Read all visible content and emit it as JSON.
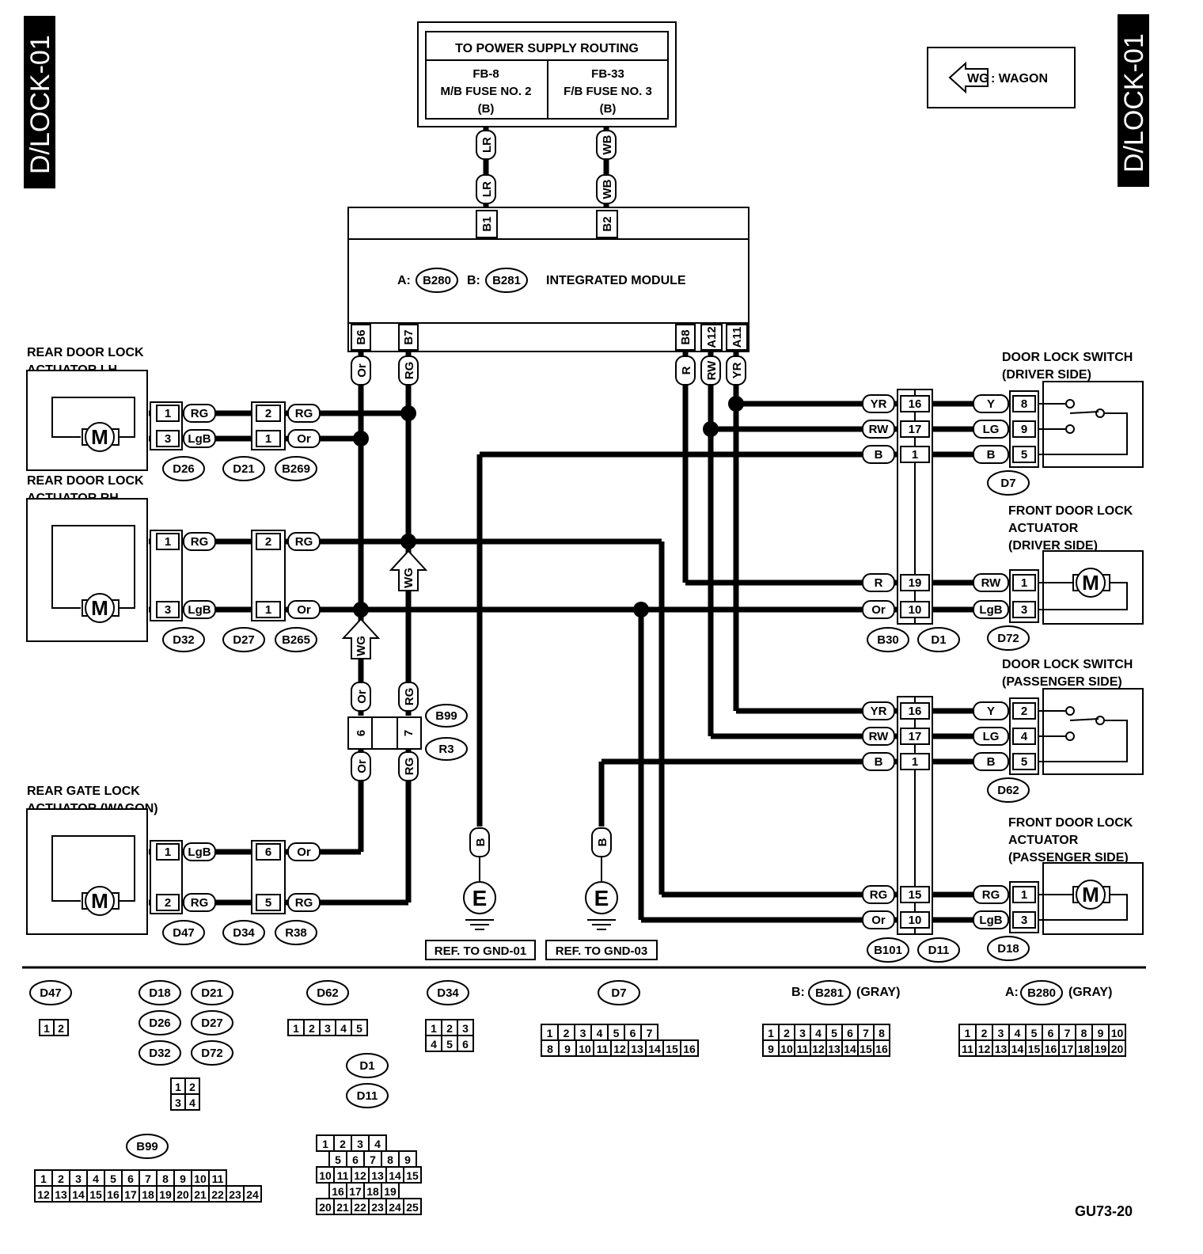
{
  "page_code": "D/LOCK-01",
  "figure_code": "GU73-20",
  "legend": {
    "tag": "WG",
    "text": ": WAGON"
  },
  "power_supply": {
    "title": "TO POWER SUPPLY ROUTING",
    "left_fuse": {
      "id": "FB-8",
      "name": "M/B FUSE NO. 2",
      "conn": "(B)"
    },
    "right_fuse": {
      "id": "FB-33",
      "name": "F/B FUSE NO. 3",
      "conn": "(B)"
    }
  },
  "module": {
    "name": "INTEGRATED MODULE",
    "a_prefix": "A:",
    "a_conn": "B280",
    "b_prefix": "B:",
    "b_conn": "B281",
    "top_pins": [
      "B1",
      "B2"
    ],
    "bottom_pins": [
      "B6",
      "B7",
      "B8",
      "A12",
      "A11"
    ]
  },
  "wire_colors": {
    "LR": "LR",
    "WB": "WB",
    "Or": "Or",
    "RG": "RG",
    "R": "R",
    "RW": "RW",
    "YR": "YR",
    "LgB": "LgB",
    "B": "B",
    "Y": "Y",
    "LG": "LG"
  },
  "components": {
    "rear_lh": [
      "REAR DOOR LOCK",
      "ACTUATOR LH"
    ],
    "rear_rh": [
      "REAR DOOR LOCK",
      "ACTUATOR RH"
    ],
    "rear_gate": [
      "REAR GATE LOCK",
      "ACTUATOR (WAGON)"
    ],
    "sw_driver": [
      "DOOR LOCK SWITCH",
      "(DRIVER SIDE)"
    ],
    "act_driver": [
      "FRONT DOOR LOCK",
      "ACTUATOR",
      "(DRIVER SIDE)"
    ],
    "sw_pass": [
      "DOOR LOCK SWITCH",
      "(PASSENGER SIDE)"
    ],
    "act_pass": [
      "FRONT DOOR LOCK",
      "ACTUATOR",
      "(PASSENGER SIDE)"
    ]
  },
  "motor": "M",
  "ground": "E",
  "connectors": {
    "D26": "D26",
    "D21": "D21",
    "B269": "B269",
    "D32": "D32",
    "D27": "D27",
    "B265": "B265",
    "D47": "D47",
    "D34": "D34",
    "R38": "R38",
    "B99": "B99",
    "R3": "R3",
    "D7": "D7",
    "D72": "D72",
    "D62": "D62",
    "D18": "D18",
    "B30": "B30",
    "D1": "D1",
    "B101": "B101",
    "D11": "D11"
  },
  "grounds": {
    "gnd1": "REF. TO GND-01",
    "gnd3": "REF. TO GND-03"
  },
  "connector_views": {
    "D47": {
      "rows": [
        [
          "1",
          "2"
        ]
      ]
    },
    "group_4pin": {
      "names": [
        "D18",
        "D21",
        "D26",
        "D27",
        "D32",
        "D72"
      ],
      "rows": [
        [
          "1",
          "2"
        ],
        [
          "3",
          "4"
        ]
      ]
    },
    "D62": {
      "rows": [
        [
          "1",
          "2",
          "3",
          "4",
          "5"
        ]
      ]
    },
    "D34": {
      "rows": [
        [
          "1",
          "2",
          "3"
        ],
        [
          "4",
          "5",
          "6"
        ]
      ]
    },
    "D7": {
      "rows": [
        [
          "1",
          "2",
          "3",
          "4",
          "5",
          "6",
          "7"
        ],
        [
          "8",
          "9",
          "10",
          "11",
          "12",
          "13",
          "14",
          "15",
          "16"
        ]
      ]
    },
    "B281": {
      "prefix": "B:",
      "suffix": "(GRAY)",
      "rows": [
        [
          "1",
          "2",
          "3",
          "4",
          "5",
          "6",
          "7",
          "8"
        ],
        [
          "9",
          "10",
          "11",
          "12",
          "13",
          "14",
          "15",
          "16"
        ]
      ]
    },
    "B280": {
      "prefix": "A:",
      "suffix": "(GRAY)",
      "rows": [
        [
          "1",
          "2",
          "3",
          "4",
          "5",
          "6",
          "7",
          "8",
          "9",
          "10"
        ],
        [
          "11",
          "12",
          "13",
          "14",
          "15",
          "16",
          "17",
          "18",
          "19",
          "20"
        ]
      ]
    },
    "D1D11": {
      "names": [
        "D1",
        "D11"
      ],
      "rows": [
        [
          "1",
          "2",
          "3",
          "4"
        ],
        [
          "5",
          "6",
          "7",
          "8",
          "9"
        ],
        [
          "10",
          "11",
          "12",
          "13",
          "14",
          "15"
        ],
        [
          "16",
          "17",
          "18",
          "19"
        ],
        [
          "20",
          "21",
          "22",
          "23",
          "24",
          "25"
        ]
      ]
    },
    "B99": {
      "rows": [
        [
          "1",
          "2",
          "3",
          "4",
          "5",
          "6",
          "7",
          "8",
          "9",
          "10",
          "11"
        ],
        [
          "12",
          "13",
          "14",
          "15",
          "16",
          "17",
          "18",
          "19",
          "20",
          "21",
          "22",
          "23",
          "24"
        ]
      ]
    }
  }
}
